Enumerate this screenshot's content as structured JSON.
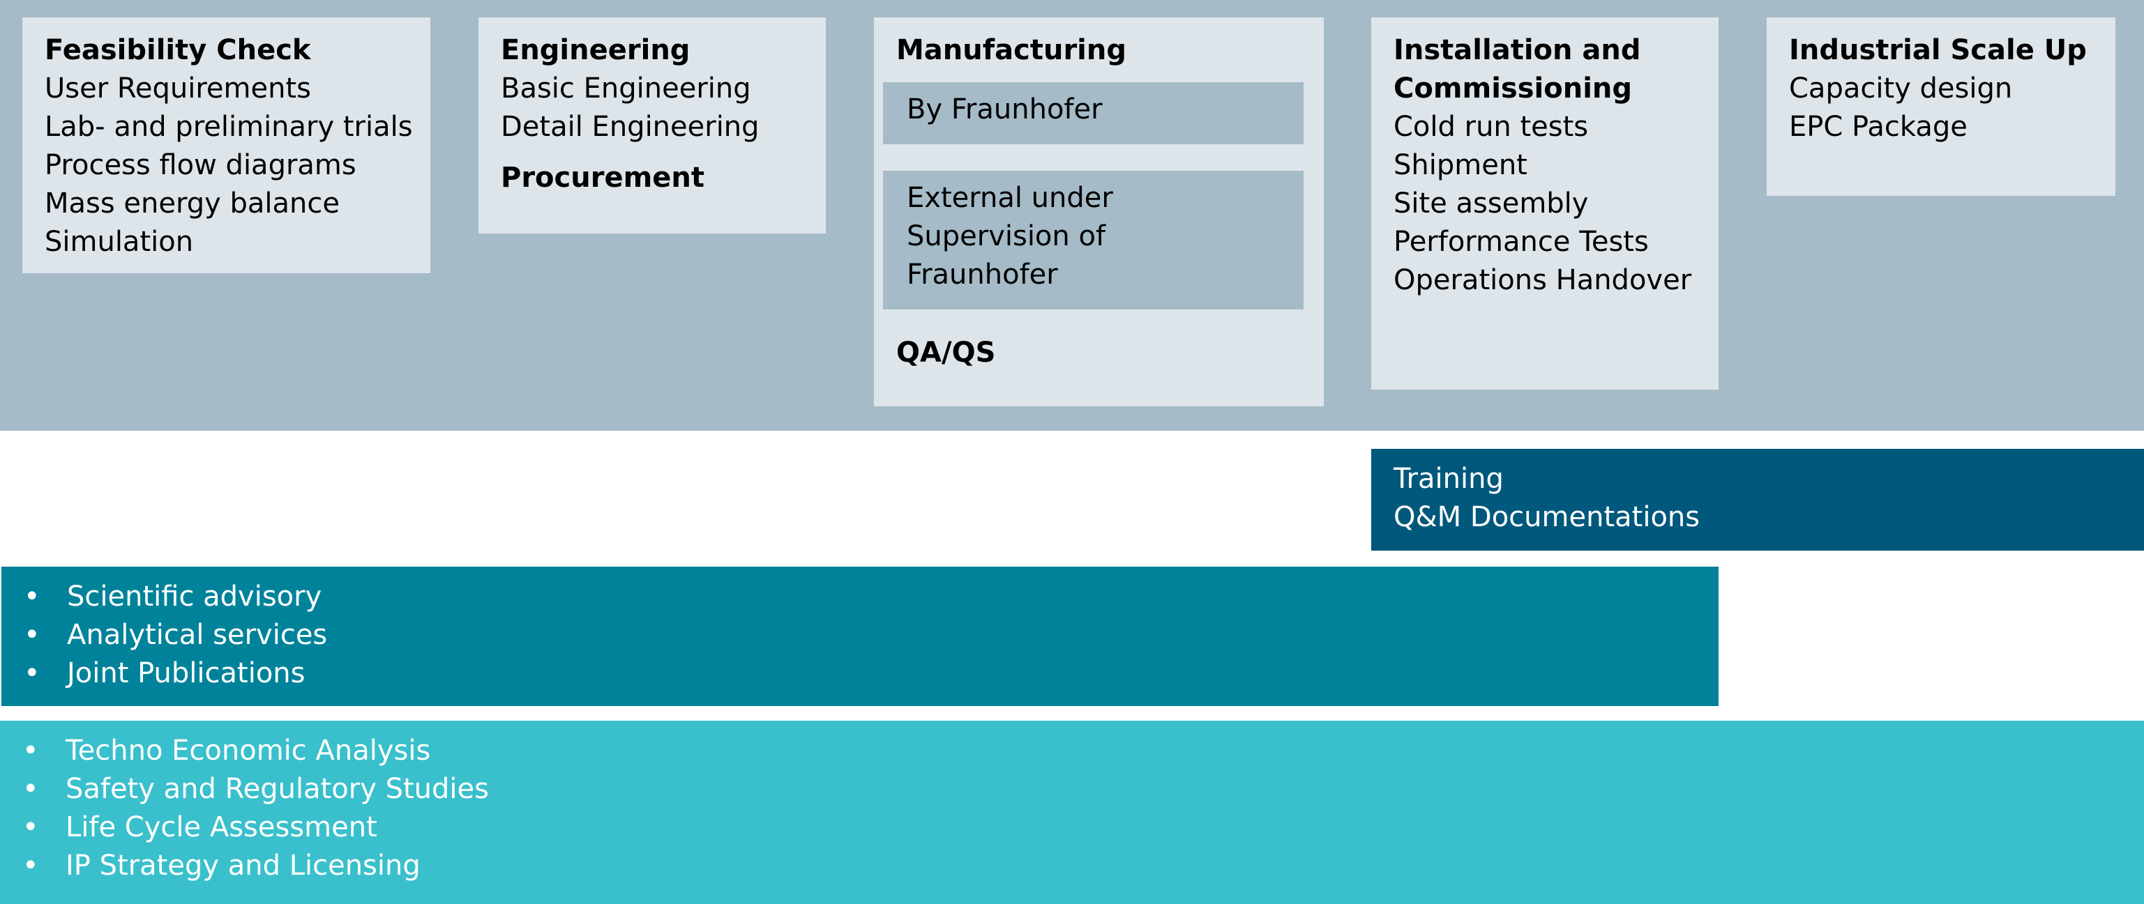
{
  "phases": {
    "feasibility": {
      "title": "Feasibility Check",
      "items": [
        "User Requirements",
        "Lab- and preliminary trials",
        "Process flow diagrams",
        "Mass energy balance",
        "Simulation"
      ]
    },
    "engineering": {
      "title": "Engineering",
      "items": [
        "Basic Engineering",
        "Detail Engineering"
      ],
      "subtitle": "Procurement"
    },
    "manufacturing": {
      "title": "Manufacturing",
      "by_fraunhofer": "By Fraunhofer",
      "external_lines": [
        "External under",
        "Supervision of",
        "Fraunhofer"
      ],
      "subtitle": "QA/QS"
    },
    "installation": {
      "title_lines": [
        "Installation and",
        "Commissioning"
      ],
      "items": [
        "Cold run tests",
        "Shipment",
        "Site assembly",
        "Performance Tests",
        "Operations Handover"
      ]
    },
    "scaleup": {
      "title": "Industrial Scale Up",
      "items": [
        "Capacity design",
        "EPC Package"
      ]
    }
  },
  "training": {
    "items": [
      "Training",
      "Q&M Documentations"
    ]
  },
  "advisory": {
    "bullet": "•",
    "items": [
      "Scientific advisory",
      "Analytical services",
      "Joint Publications"
    ]
  },
  "analysis": {
    "bullet": "•",
    "items": [
      "Techno Economic Analysis",
      "Safety and Regulatory Studies",
      "Life Cycle Assessment",
      "IP Strategy and Licensing"
    ]
  },
  "colors": {
    "phase_band": "#a5bbc7",
    "phase_box": "#dee5ea",
    "training_band": "#00587c",
    "advisory_band": "#00839a",
    "analysis_band": "#39c0cc"
  }
}
